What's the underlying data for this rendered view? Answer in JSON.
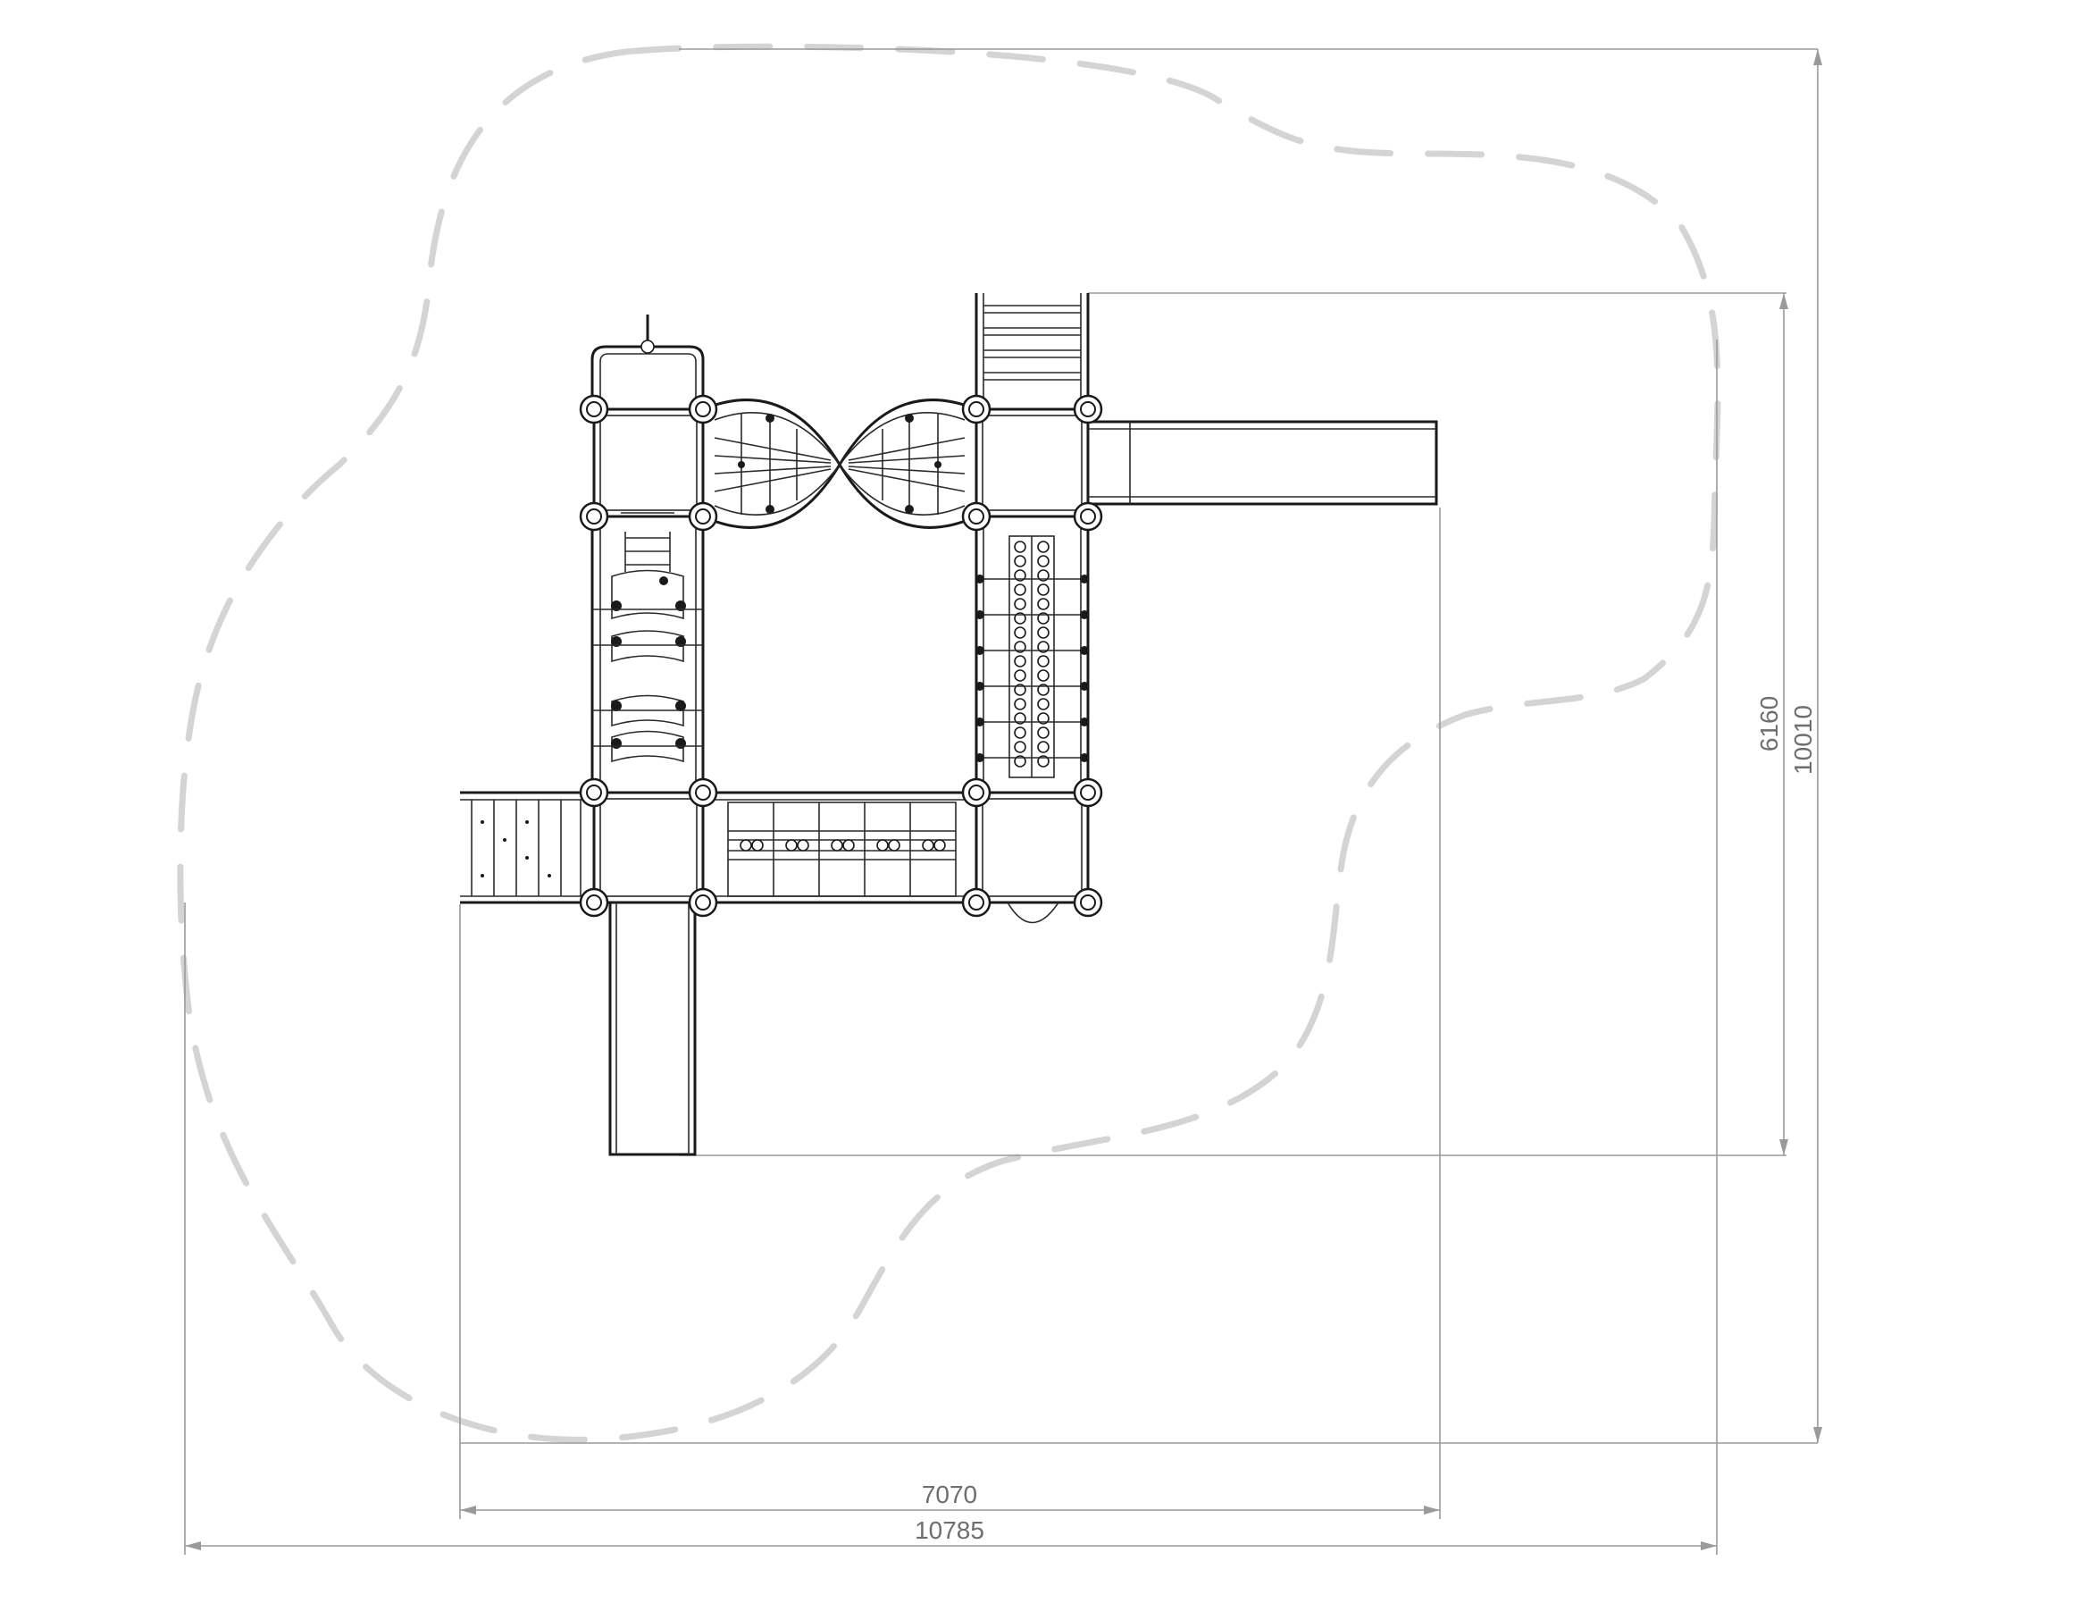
{
  "dimensions": {
    "inner_width": "7070",
    "outer_width": "10785",
    "inner_height": "6160",
    "outer_height": "10010"
  }
}
